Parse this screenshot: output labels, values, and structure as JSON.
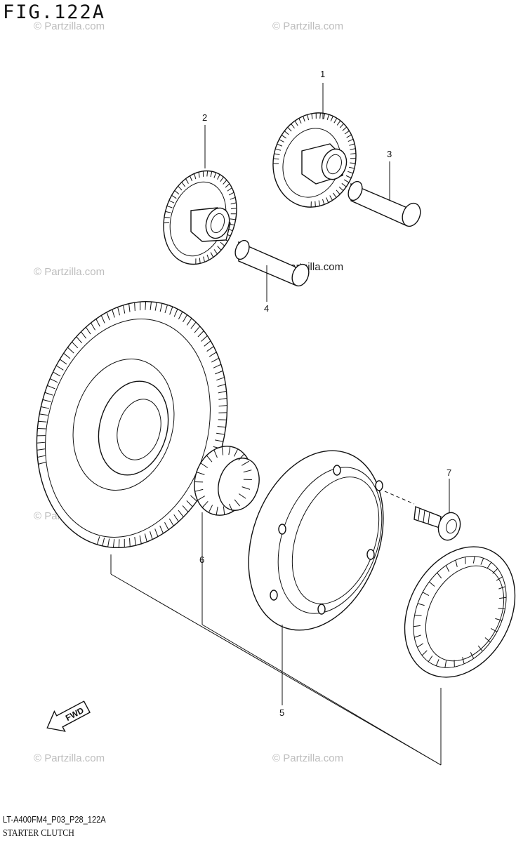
{
  "figure": {
    "title": "FIG.122A"
  },
  "footer": {
    "model_code": "LT-A400FM4_P03_P28_122A",
    "description": "STARTER CLUTCH"
  },
  "watermark": {
    "text": "© Partzilla.com"
  },
  "callouts": [
    {
      "label": "1"
    },
    {
      "label": "2"
    },
    {
      "label": "3"
    },
    {
      "label": "4"
    },
    {
      "label": "5"
    },
    {
      "label": "6"
    },
    {
      "label": "7"
    }
  ],
  "fwd_label": "FWD"
}
